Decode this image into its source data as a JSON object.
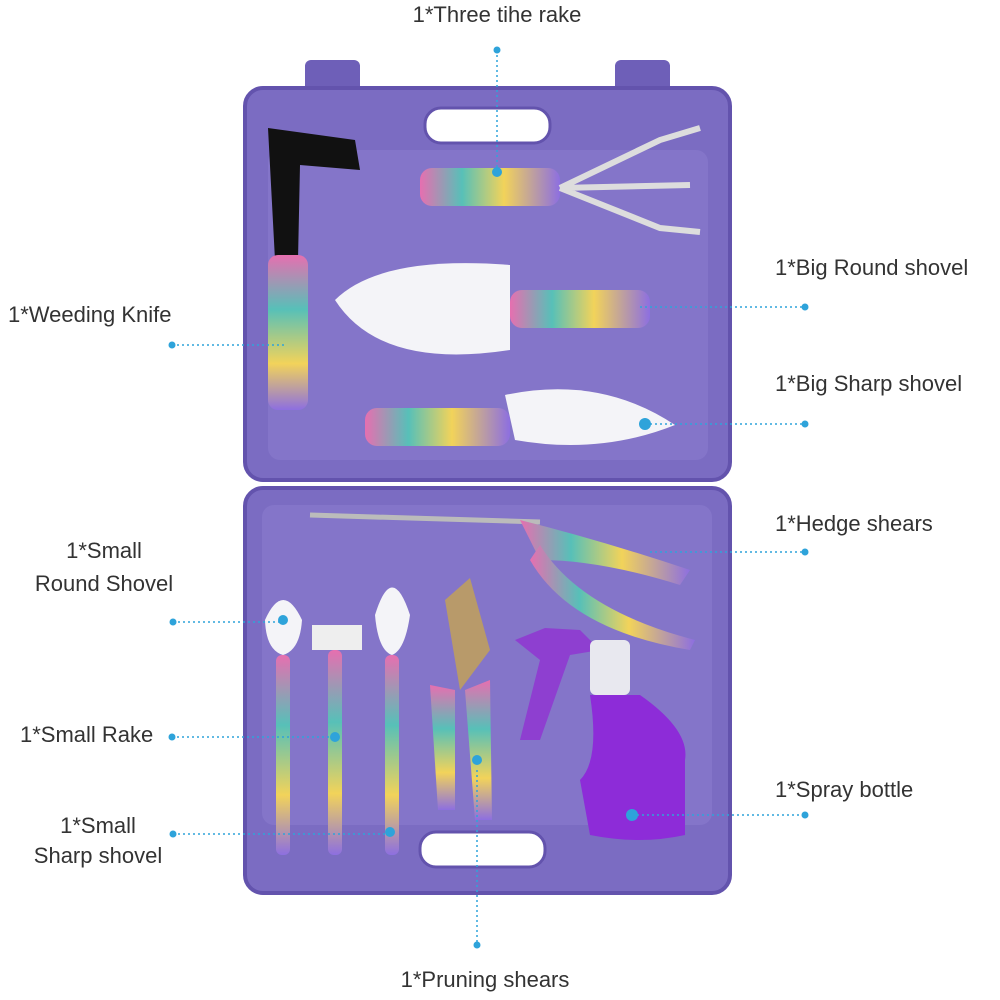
{
  "colors": {
    "case": "#7b6cc2",
    "case_dark": "#6353ad",
    "callout": "#2ea3da",
    "label": "#333333"
  },
  "labels": {
    "three_tine_rake": "1*Three tihe rake",
    "big_round_shovel": "1*Big Round shovel",
    "weeding_knife": "1*Weeding Knife",
    "big_sharp_shovel": "1*Big Sharp shovel",
    "hedge_shears": "1*Hedge shears",
    "small_round_shovel_1": "1*Small",
    "small_round_shovel_2": "Round Shovel",
    "small_rake": "1*Small Rake",
    "small_sharp_shovel_1": "1*Small",
    "small_sharp_shovel_2": "Sharp shovel",
    "spray_bottle": "1*Spray bottle",
    "pruning_shears": "1*Pruning shears"
  }
}
